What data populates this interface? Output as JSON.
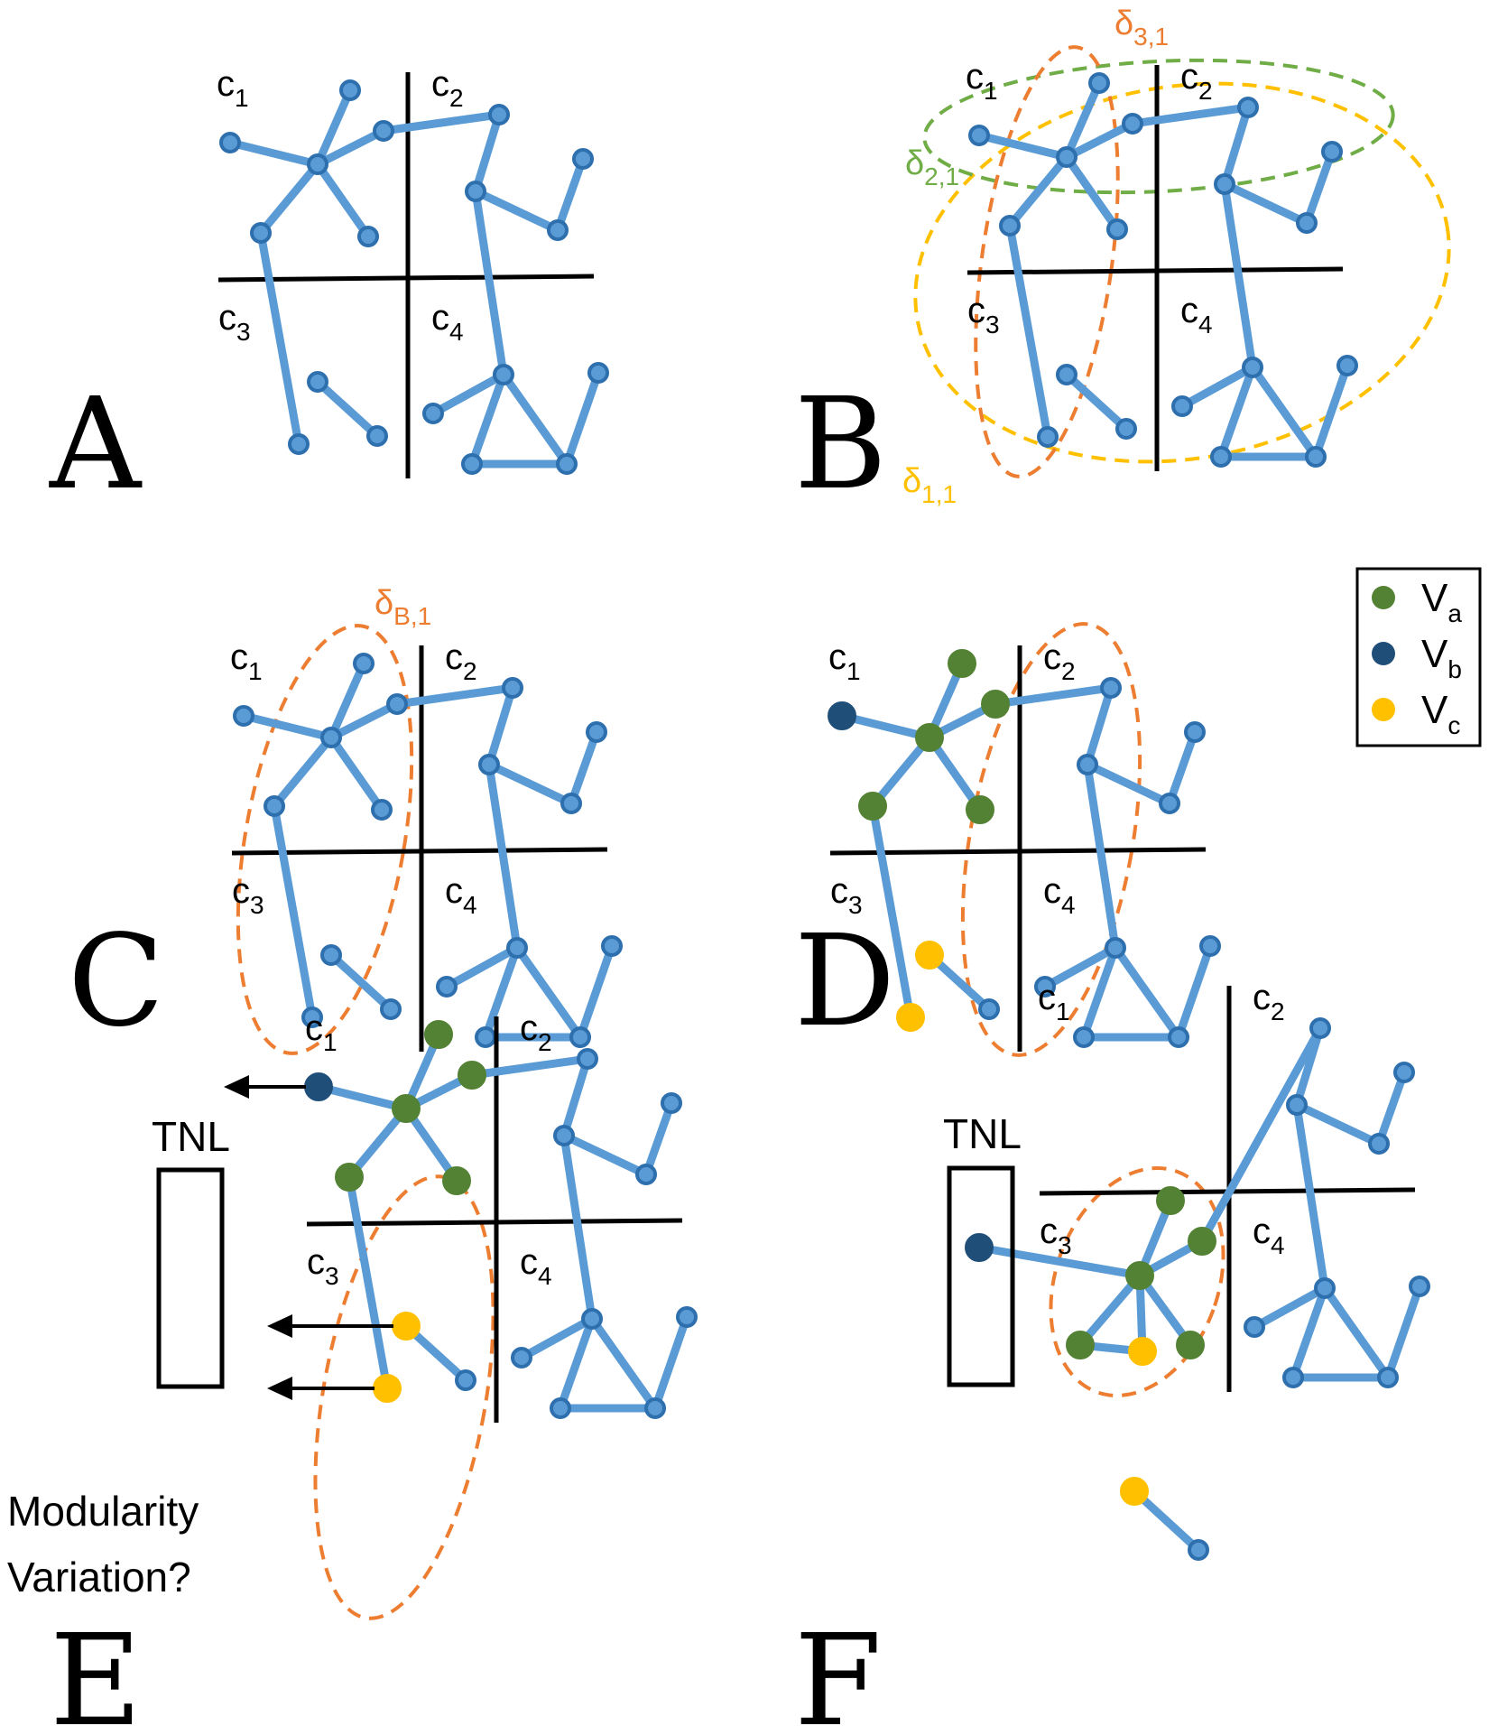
{
  "panels": [
    {
      "label": "A",
      "regions": [
        "c1",
        "c2",
        "c3",
        "c4"
      ]
    },
    {
      "label": "B",
      "regions": [
        "c1",
        "c2",
        "c3",
        "c4"
      ],
      "communities": [
        {
          "name": "δ3,1",
          "base": "δ",
          "sub": "3,1",
          "color": "#ED7D31"
        },
        {
          "name": "δ2,1",
          "base": "δ",
          "sub": "2,1",
          "color": "#70AD47"
        },
        {
          "name": "δ1,1",
          "base": "δ",
          "sub": "1,1",
          "color": "#FFC000"
        }
      ]
    },
    {
      "label": "C",
      "regions": [
        "c1",
        "c2",
        "c3",
        "c4"
      ],
      "communities": [
        {
          "name": "δB,1",
          "base": "δ",
          "sub": "B,1",
          "color": "#ED7D31"
        }
      ]
    },
    {
      "label": "D",
      "regions": [
        "c1",
        "c2",
        "c3",
        "c4"
      ]
    },
    {
      "label": "E",
      "regions": [
        "c1",
        "c2",
        "c3",
        "c4"
      ],
      "box_label": "TNL",
      "question": [
        "Modularity",
        "Variation?"
      ]
    },
    {
      "label": "F",
      "regions": [
        "c1",
        "c2",
        "c3",
        "c4"
      ],
      "box_label": "TNL"
    }
  ],
  "legend": [
    {
      "base": "V",
      "sub": "a",
      "color": "#548235"
    },
    {
      "base": "V",
      "sub": "b",
      "color": "#1F4E79"
    },
    {
      "base": "V",
      "sub": "c",
      "color": "#FFC000"
    }
  ],
  "colors": {
    "edge": "#5B9BD5",
    "node": "#5B9BD5",
    "community_orange": "#ED7D31",
    "community_green": "#70AD47",
    "community_yellow": "#FFC000",
    "va": "#548235",
    "vb": "#1F4E79",
    "vc": "#FFC000"
  }
}
